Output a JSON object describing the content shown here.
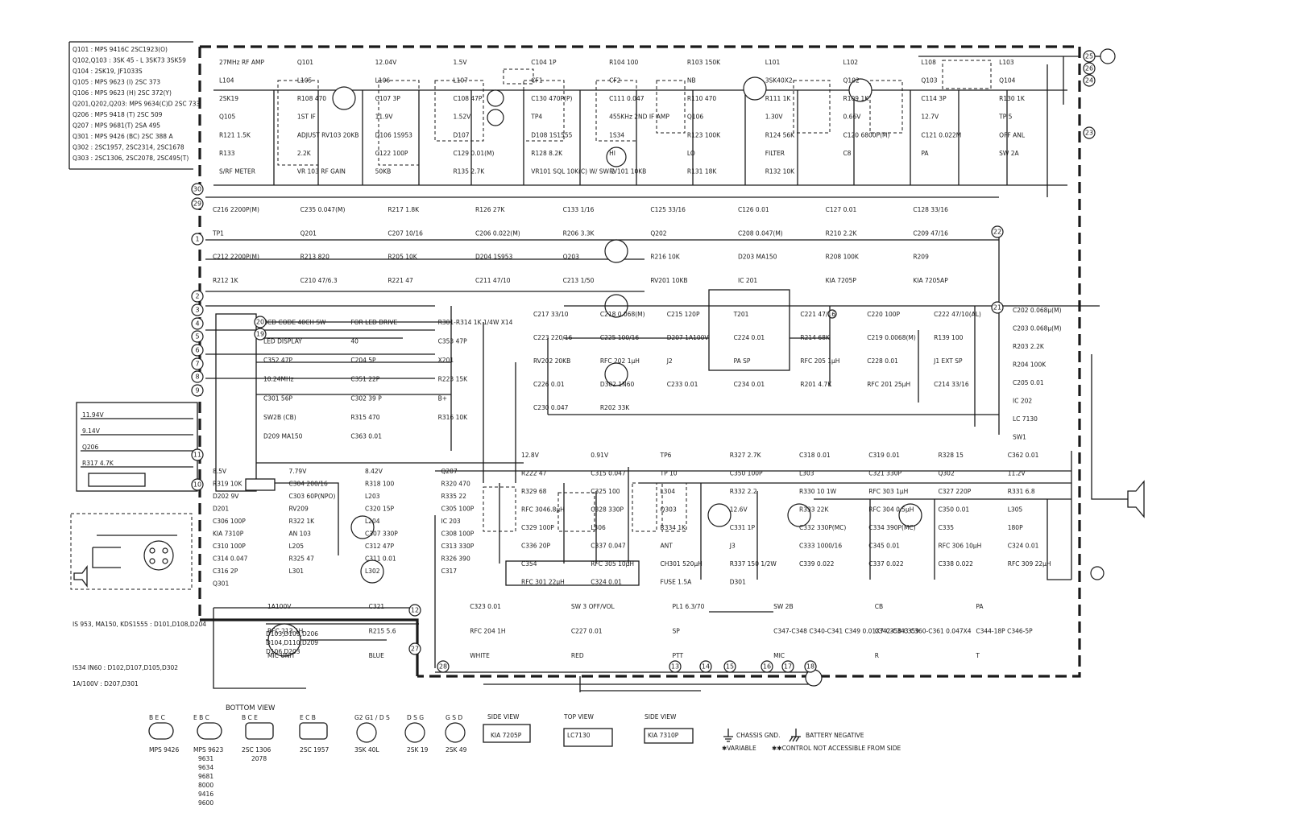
{
  "semiconductor_table": [
    "Q101 : MPS 9416C 2SC1923(O)",
    "Q102,Q103 : 3SK 45 - L 3SK73 3SK59",
    "Q104 : 2SK19,          JF1033S",
    "Q105 : MPS 9623 (I)  2SC 373",
    "Q106 : MPS 9623 (H)  2SC 372(Y)",
    "Q201,Q202,Q203: MPS 9634(C)D 2SC 733",
    "Q206 : MPS 9418 (T)  2SC 509",
    "Q207 : MPS 9681(T)  2SA 495",
    "Q301 : MPS 9426 (BC) 2SC 388 A",
    "Q302 : 2SC1957, 2SC2314, 2SC1678",
    "Q303 : 2SC1306, 2SC2078, 2SC495(T)"
  ],
  "diode_notes": [
    "IS 953, MA150, KDS1555 : D101,D108,D204",
    "D103,D109,D206",
    "D104,D110,D209",
    "D106,D203",
    "IS34  IN60 : D102,D107,D105,D302",
    "1A/100V : D207,D301"
  ],
  "components": [
    "27MHz RF AMP",
    "Q101",
    "12.04V",
    "1.5V",
    "C104 1P",
    "R104 100",
    "R103 150K",
    "L101",
    "L102",
    "L108",
    "L103",
    "L104",
    "L105",
    "L106",
    "L107",
    "CF1",
    "CF2",
    "NB",
    "3SK40X2",
    "Q102",
    "Q103",
    "Q104",
    "2SK19",
    "R108 470",
    "C107 3P",
    "C108 47P",
    "C130 470P(P)",
    "C111 0.047",
    "R110 470",
    "R111 1K",
    "R109 1K",
    "C114 3P",
    "R130 1K",
    "Q105",
    "1ST IF",
    "11.9V",
    "1.52V",
    "TP4",
    "455KHz 2ND IF AMP",
    "Q106",
    "1.30V",
    "0.66V",
    "12.7V",
    "TP 5",
    "R121 1.5K",
    "ADJUST RV103 20KB",
    "D106 1S953",
    "D107",
    "D108 1S1555",
    "1S34",
    "R123 100K",
    "R124 56K",
    "C120 6800P(M)",
    "C121 0.022M",
    "OFF ANL",
    "R133",
    "2.2K",
    "C122 100P",
    "C129 0.01(M)",
    "R128 8.2K",
    "HI",
    "LO",
    "FILTER",
    "C8",
    "PA",
    "SW 2A",
    "S/RF METER",
    "VR 103 RF GAIN",
    "50KB",
    "R135 2.7K",
    "VR101 SQL 10K(C) W/ SW 2",
    "RV101 10KB",
    "R131 18K",
    "R132 10K",
    "C216 2200P(M)",
    "C235 0.047(M)",
    "R217 1.8K",
    "R126 27K",
    "C133 1/16",
    "C125 33/16",
    "C126 0.01",
    "C127 0.01",
    "C128 33/16",
    "TP1",
    "Q201",
    "C207 10/16",
    "C206 0.022(M)",
    "R206 3.3K",
    "Q202",
    "C208 0.047(M)",
    "R210 2.2K",
    "C209 47/16",
    "C212 2200P(M)",
    "R213 820",
    "R205 10K",
    "D204 1S953",
    "Q203",
    "R216 10K",
    "D203 MA150",
    "R208 100K",
    "R209",
    "R212 1K",
    "C210 47/6.3",
    "R221 47",
    "C211 47/10",
    "C213 1/50",
    "RV201 10KB",
    "IC 201",
    "KIA 7205P",
    "KIA 7205AP",
    "C217 33/10",
    "C218 0.068(M)",
    "C215 120P",
    "T201",
    "C221 47/16",
    "C220 100P",
    "C222 47/10(AL)",
    "C223 220/16",
    "C225 100/16",
    "D207 1A100V",
    "C224 0.01",
    "R214 68K",
    "C219 0.0068(M)",
    "R139 100",
    "RV202 20KB",
    "RFC 202 1μH",
    "J2",
    "PA SP",
    "RFC 205 1μH",
    "C228 0.01",
    "J1 EXT SP",
    "C226 0.01",
    "D302 1N60",
    "C233 0.01",
    "C234 0.01",
    "R201 4.7K",
    "RFC 201 25μH",
    "C214 33/16",
    "C230 0.047",
    "R202 33K",
    "C202 0.068μ(M)",
    "C203 0.068μ(M)",
    "R203 2.2K",
    "R204 100K",
    "C205 0.01",
    "IC 202",
    "LC 7130",
    "SW1",
    "BCD CODE 40CH SW",
    "FOR LED DRIVE",
    "R301-R314 1K 1/4W X14",
    "LED DISPLAY",
    "40",
    "C353 47P",
    "C352 47P",
    "C204 5P",
    "X201",
    "10.24MHz",
    "C351 22P",
    "R223 15K",
    "C301 56P",
    "C302 39 P",
    "B+",
    "SW2B (CB)",
    "R315 470",
    "R316 10K",
    "D209 MA150",
    "C363 0.01",
    "11.94V",
    "9.14V",
    "Q206",
    "R317 4.7K",
    "8.5V",
    "7.79V",
    "8.42V",
    "Q207",
    "R319 10K",
    "C304 200/16",
    "R318 100",
    "R320 470",
    "D202 9V",
    "C303 60P(NPO)",
    "L203",
    "R335 22",
    "D201",
    "RV209",
    "C320 15P",
    "C305 100P",
    "C306 100P",
    "R322 1K",
    "L204",
    "IC 203",
    "KIA 7310P",
    "AN 103",
    "C307 330P",
    "C308 100P",
    "C310 100P",
    "L205",
    "C312 47P",
    "C313 330P",
    "C314 0.047",
    "R325 47",
    "C311 0.01",
    "R326 390",
    "C316 2P",
    "L301",
    "L302",
    "C317",
    "Q301",
    "12.8V",
    "0.91V",
    "TP6",
    "R327 2.7K",
    "C318 0.01",
    "C319 0.01",
    "R328 15",
    "C362 0.01",
    "R222 47",
    "C315 0.047",
    "TP 10",
    "C350 100P",
    "L303",
    "C321 330P",
    "Q302",
    "11.2V",
    "R329 68",
    "C325 100",
    "L304",
    "R332 2.2",
    "R330 10 1W",
    "RFC 303 1μH",
    "C327 220P",
    "R331 6.8",
    "RFC 3046.8μH",
    "C328 330P",
    "Q303",
    "12.6V",
    "R333 22K",
    "RFC 304 0.5μH",
    "C350 0.01",
    "L305",
    "C329 100P",
    "L306",
    "R334 1K",
    "C331 1P",
    "C332 330P(MC)",
    "C334 390P(MC)",
    "C335",
    "180P",
    "C336 20P",
    "C337 0.047",
    "ANT",
    "J3",
    "C333 1000/16",
    "C345 0.01",
    "RFC 306 10μH",
    "C324 0.01",
    "C354",
    "RFC 305 10μH",
    "CH301 520μH",
    "R337 150 1/2W",
    "C339 0.022",
    "C337 0.022",
    "C338 0.022",
    "RFC 309 22μH",
    "RFC 301 22μH",
    "C324 0.01",
    "FUSE 1.5A",
    "D301",
    "1A100V",
    "C321",
    "C323 0.01",
    "SW 3 OFF/VOL",
    "PL1 6.3/70",
    "SW 2B",
    "CB",
    "PA",
    "RFC 213 1H",
    "R215 5.6",
    "RFC 204 1H",
    "C227 0.01",
    "SP",
    "C347-C348 C340-C341 C349 0.01X7 C358 C359",
    "C342-C343 C360-C361 0.047X4",
    "C344-18P C346-5P",
    "MIC UNIT",
    "BLUE",
    "WHITE",
    "RED",
    "PTT",
    "MIC",
    "R",
    "T"
  ],
  "pins": [
    "30",
    "29",
    "1",
    "2",
    "3",
    "4",
    "5",
    "6",
    "7",
    "8",
    "9",
    "10",
    "11",
    "12",
    "13",
    "14",
    "15",
    "16",
    "17",
    "18",
    "19",
    "20",
    "21",
    "22",
    "23",
    "24",
    "25",
    "26",
    "27",
    "28"
  ],
  "bottom_view": {
    "title": "BOTTOM VIEW",
    "packages": [
      {
        "pins": "B E C",
        "part": "MPS 9426"
      },
      {
        "pins": "E B C",
        "part": "MPS 9623 9631 9634 9681 8000 9416 9600"
      },
      {
        "pins": "B C E",
        "part": "2SC 1306 2078"
      },
      {
        "pins": "E C B",
        "part": "2SC 1957"
      },
      {
        "pins": "G2 G1 / D S",
        "part": "3SK 40L"
      },
      {
        "pins": "D S G",
        "part": "2SK 19"
      },
      {
        "pins": "G S D",
        "part": "2SK 49"
      }
    ],
    "ic_views": [
      {
        "view": "SIDE VIEW",
        "part": "KIA 7205P"
      },
      {
        "view": "TOP VIEW",
        "part": "LC7130"
      },
      {
        "view": "SIDE VIEW",
        "part": "KIA 7310P"
      }
    ]
  },
  "legend": {
    "chassis": "CHASSIS GND.",
    "battery": "BATTERY NEGATIVE",
    "variable": "✱VARIABLE",
    "control": "✱✱CONTROL NOT ACCESSIBLE FROM SIDE"
  }
}
